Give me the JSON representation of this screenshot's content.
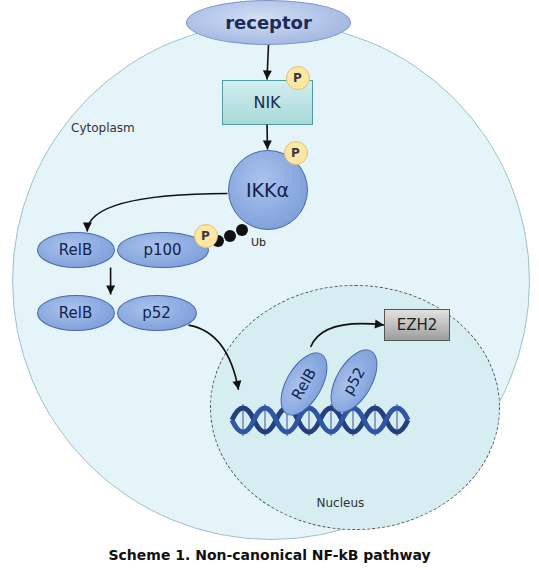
{
  "diagram": {
    "caption": "Scheme 1. Non-canonical NF-kB pathway",
    "nodes": [
      {
        "text": [
          "Cytoplasm"
        ]
      },
      {
        "text": [
          "receptor"
        ]
      },
      {
        "text": [
          "NIK"
        ],
        "in": 0
      },
      {
        "text": [
          "P"
        ],
        "in": 0
      },
      {
        "text": [
          "IKKα"
        ],
        "in": 0
      },
      {
        "text": [
          "P"
        ],
        "in": 0
      },
      {
        "text": [
          "RelB"
        ],
        "in": 0
      },
      {
        "text": [
          "p100"
        ],
        "in": 0
      },
      {
        "text": [
          "P"
        ],
        "in": 0
      },
      {
        "text": [
          "RelB"
        ],
        "in": 0
      },
      {
        "text": [
          "p52"
        ],
        "in": 0
      },
      {
        "text": [
          "Nucleus"
        ],
        "in": 0
      },
      {
        "text": [
          "EZH2"
        ],
        "in": 11
      },
      {
        "text": [
          "RelB"
        ],
        "in": 11
      },
      {
        "text": [
          "p52"
        ],
        "in": 11
      }
    ],
    "edges": [
      {
        "from": 1,
        "to": 2,
        "arrow": "to"
      },
      {
        "from": 2,
        "to": 4,
        "arrow": "to"
      },
      {
        "from": 4,
        "to": 6,
        "arrow": "to"
      },
      {
        "from": 6,
        "to": 9,
        "arrow": "to"
      },
      {
        "from": 10,
        "to": 11,
        "arrow": "to"
      },
      {
        "from": 13,
        "to": 12,
        "arrow": "to"
      }
    ],
    "labels": [
      "Ub"
    ]
  }
}
